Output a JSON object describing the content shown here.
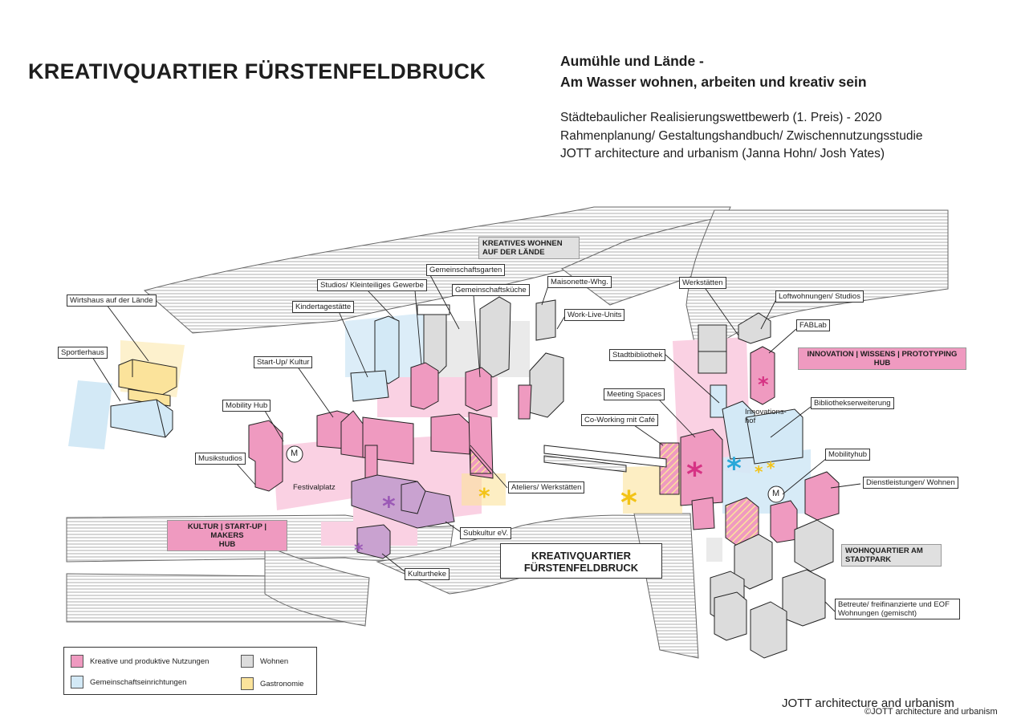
{
  "title": "KREATIVQUARTIER FÜRSTENFELDBRUCK",
  "subtitle_1": "Aumühle und Lände -",
  "subtitle_2": "Am Wasser wohnen, arbeiten und kreativ sein",
  "info_1": "Städtebaulicher Realisierungswettbewerb (1. Preis) - 2020",
  "info_2": "Rahmenplanung/ Gestaltungshandbuch/ Zwischennutzungsstudie",
  "info_3": "JOTT architecture and urbanism (Janna Hohn/ Josh Yates)",
  "hubs": {
    "wohnen_l1": "KREATIVES WOHNEN",
    "wohnen_l2": "AUF DER LÄNDE",
    "innovation_l1": "INNOVATION | WISSENS | PROTOTYPING",
    "innovation_l2": "HUB",
    "kultur_l1": "KULTUR | START-UP | MAKERS",
    "kultur_l2": "HUB",
    "stadtpark_l1": "WOHNQUARTIER AM",
    "stadtpark_l2": "STADTPARK"
  },
  "center_label_l1": "KREATIVQUARTIER",
  "center_label_l2": "FÜRSTENFELDBRUCK",
  "labels": {
    "wirtshaus": "Wirtshaus auf der Lände",
    "sportlerhaus": "Sportlerhaus",
    "studios_gewerbe": "Studios/ Kleinteiliges Gewerbe",
    "kindertagesstaette": "Kindertagestätte",
    "gemeinschaftsgarten": "Gemeinschaftsgarten",
    "gemeinschaftskueche": "Gemeinschaftsküche",
    "maisonette": "Maisonette-Whg.",
    "work_live": "Work-Live-Units",
    "startup_kultur": "Start-Up/ Kultur",
    "mobility_hub": "Mobility Hub",
    "musikstudios": "Musikstudios",
    "ateliers": "Ateliers/ Werkstätten",
    "subkultur": "Subkultur eV.",
    "kulturtheke": "Kulturtheke",
    "co_working": "Co-Working mit Café",
    "meeting_spaces": "Meeting Spaces",
    "stadtbibliothek": "Stadtbibliothek",
    "werkstaetten": "Werkstätten",
    "loftwohnungen": "Loftwohnungen/ Studios",
    "fablab": "FABLab",
    "bibliothekserweiterung": "Bibliothekserweiterung",
    "mobilityhub_r": "Mobilityhub",
    "dienstleistungen": "Dienstleistungen/ Wohnen",
    "betreute": "Betreute/ freifinanzierte und EOF Wohnungen (gemischt)"
  },
  "plain_labels": {
    "festivalplatz": "Festivalplatz",
    "innovationshof": "Innovations-hof",
    "metro_symbol": "M"
  },
  "legend": {
    "kreativ": "Kreative und produktive Nutzungen",
    "gemeinschaft": "Gemeinschaftseinrichtungen",
    "wohnen": "Wohnen",
    "gastronomie": "Gastronomie"
  },
  "colors": {
    "kreativ": "#ef9ac0",
    "gemeinschaft": "#d3e9f6",
    "wohnen": "#dcdcdc",
    "gastronomie": "#fbe39b",
    "subkultur": "#c9a2d0"
  },
  "credit": "JOTT architecture and urbanism",
  "copyright": "©JOTT architecture and urbanism"
}
